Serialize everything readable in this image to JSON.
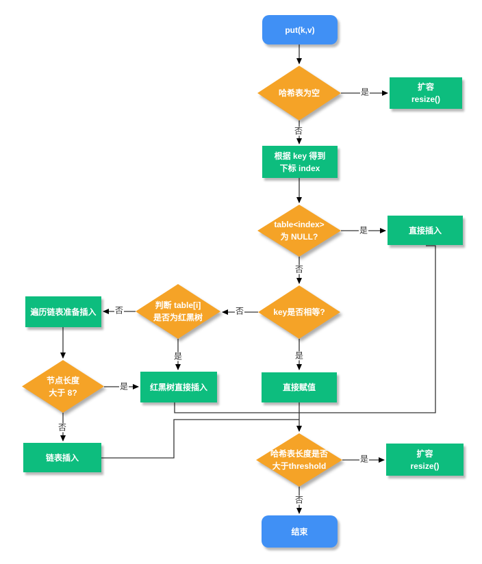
{
  "diagram": {
    "type": "flowchart",
    "topic": "HashMap put(k,v) 流程",
    "colors": {
      "terminator_fill": "#4090f5",
      "process_fill": "#0dbd7e",
      "decision_fill": "#f5a327",
      "node_text": "#ffffff",
      "edge_line": "#333333",
      "edge_label_text": "#333333",
      "background": "#ffffff"
    }
  },
  "nodes": {
    "start": {
      "label": "put(k,v)"
    },
    "d_empty": {
      "label": "哈希表为空"
    },
    "resize_top": {
      "line1": "扩容",
      "line2": "resize()"
    },
    "calc_index": {
      "line1": "根据 key 得到",
      "line2": "下标 index"
    },
    "d_null": {
      "line1": "table<index>",
      "line2": "为 NULL?"
    },
    "direct_insert": {
      "label": "直接插入"
    },
    "d_key_equal": {
      "label": "key是否相等?"
    },
    "d_is_tree": {
      "line1": "判断 table[i]",
      "line2": "是否为红黑树"
    },
    "traverse_list": {
      "label": "遍历链表准备插入"
    },
    "d_len8": {
      "line1": "节点长度",
      "line2": "大于 8?"
    },
    "tree_insert": {
      "label": "红黑树直接插入"
    },
    "direct_assign": {
      "label": "直接赋值"
    },
    "list_insert": {
      "label": "链表插入"
    },
    "d_threshold": {
      "line1": "哈希表长度是否",
      "line2": "大于threshold"
    },
    "resize_bottom": {
      "line1": "扩容",
      "line2": "resize()"
    },
    "end": {
      "label": "结束"
    }
  },
  "edges": [
    {
      "from": "start",
      "to": "d_empty",
      "label": ""
    },
    {
      "from": "d_empty",
      "to": "resize_top",
      "label": "是"
    },
    {
      "from": "d_empty",
      "to": "calc_index",
      "label": "否"
    },
    {
      "from": "calc_index",
      "to": "d_null",
      "label": ""
    },
    {
      "from": "d_null",
      "to": "direct_insert",
      "label": "是"
    },
    {
      "from": "d_null",
      "to": "d_key_equal",
      "label": "否"
    },
    {
      "from": "d_key_equal",
      "to": "d_is_tree",
      "label": "否"
    },
    {
      "from": "d_is_tree",
      "to": "traverse_list",
      "label": "否"
    },
    {
      "from": "d_is_tree",
      "to": "tree_insert",
      "label": "是"
    },
    {
      "from": "traverse_list",
      "to": "d_len8",
      "label": ""
    },
    {
      "from": "d_len8",
      "to": "tree_insert",
      "label": "是"
    },
    {
      "from": "d_len8",
      "to": "list_insert",
      "label": "否"
    },
    {
      "from": "d_key_equal",
      "to": "direct_assign",
      "label": "是"
    },
    {
      "from": "direct_assign",
      "to": "d_threshold",
      "label": ""
    },
    {
      "from": "direct_insert",
      "to": "d_threshold",
      "label": ""
    },
    {
      "from": "tree_insert",
      "to": "d_threshold",
      "label": ""
    },
    {
      "from": "list_insert",
      "to": "d_threshold",
      "label": ""
    },
    {
      "from": "d_threshold",
      "to": "resize_bottom",
      "label": "是"
    },
    {
      "from": "d_threshold",
      "to": "end",
      "label": "否"
    }
  ]
}
